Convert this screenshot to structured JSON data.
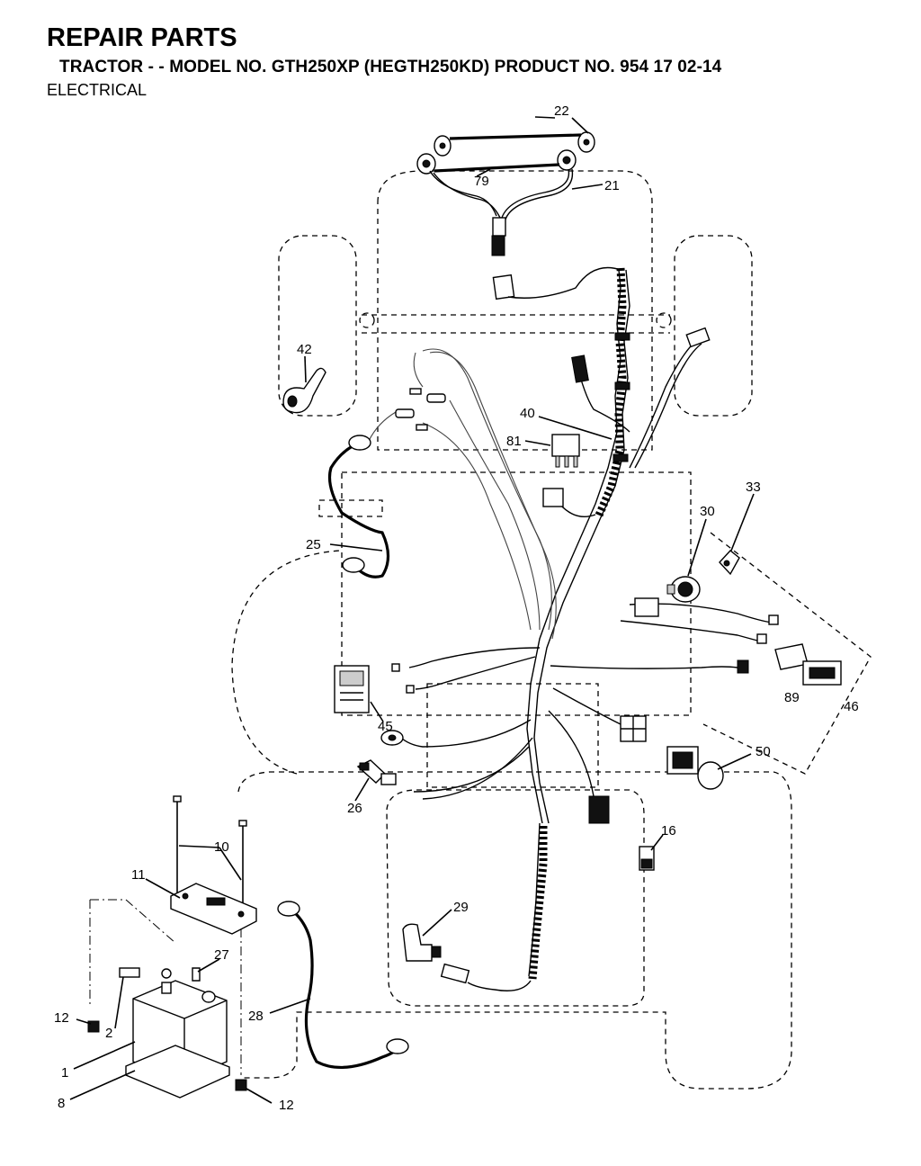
{
  "header": {
    "title": "REPAIR PARTS",
    "subtitle": "TRACTOR - - MODEL NO. GTH250XP (HEGTH250KD) PRODUCT NO. 954 17 02-14",
    "section": "ELECTRICAL"
  },
  "callouts": [
    {
      "key": "c22",
      "label": "22"
    },
    {
      "key": "c79",
      "label": "79"
    },
    {
      "key": "c21",
      "label": "21"
    },
    {
      "key": "c42",
      "label": "42"
    },
    {
      "key": "c40",
      "label": "40"
    },
    {
      "key": "c81",
      "label": "81"
    },
    {
      "key": "c33",
      "label": "33"
    },
    {
      "key": "c30",
      "label": "30"
    },
    {
      "key": "c25",
      "label": "25"
    },
    {
      "key": "c45",
      "label": "45"
    },
    {
      "key": "c89",
      "label": "89"
    },
    {
      "key": "c46",
      "label": "46"
    },
    {
      "key": "c50",
      "label": "50"
    },
    {
      "key": "c26",
      "label": "26"
    },
    {
      "key": "c16",
      "label": "16"
    },
    {
      "key": "c10",
      "label": "10"
    },
    {
      "key": "c11",
      "label": "11"
    },
    {
      "key": "c29",
      "label": "29"
    },
    {
      "key": "c27",
      "label": "27"
    },
    {
      "key": "c28",
      "label": "28"
    },
    {
      "key": "c12a",
      "label": "12"
    },
    {
      "key": "c2",
      "label": "2"
    },
    {
      "key": "c1",
      "label": "1"
    },
    {
      "key": "c8",
      "label": "8"
    },
    {
      "key": "c12b",
      "label": "12"
    }
  ]
}
